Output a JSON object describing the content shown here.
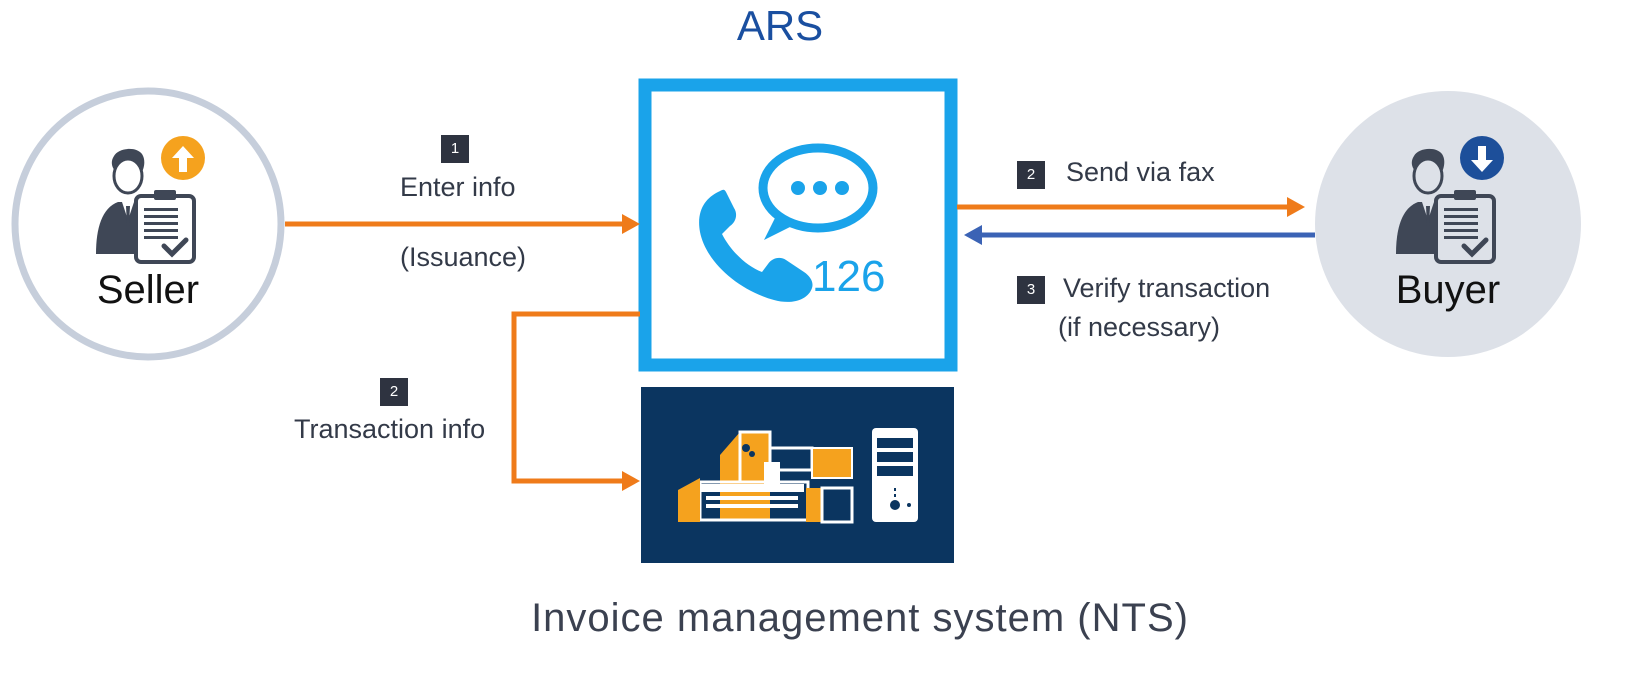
{
  "header": {
    "title": "ARS"
  },
  "footer": {
    "title": "Invoice management system (NTS)"
  },
  "seller": {
    "label": "Seller"
  },
  "buyer": {
    "label": "Buyer"
  },
  "ars_box": {
    "number": "126"
  },
  "steps": {
    "enter_info": {
      "badge": "1",
      "line1": "Enter info",
      "line2": "(Issuance)"
    },
    "transaction_info": {
      "badge": "2",
      "label": "Transaction info"
    },
    "send_fax": {
      "badge": "2",
      "label": "Send via fax"
    },
    "verify": {
      "badge": "3",
      "line1": "Verify transaction",
      "line2": "(if necessary)"
    }
  },
  "colors": {
    "orange": "#ef7b1a",
    "blue_arrow": "#3b63b5",
    "ars_blue": "#1aa3ea",
    "navy": "#0b3560",
    "seller_ring": "#c6cedb",
    "buyer_fill": "#dde1e8",
    "person_dark": "#3f4756",
    "up_badge": "#f5a21e",
    "down_badge": "#1d4f9a"
  },
  "icons": [
    "person-document-icon",
    "upload-arrow-icon",
    "download-arrow-icon",
    "phone-icon",
    "chat-bubble-icon",
    "building-icon",
    "server-icon"
  ]
}
